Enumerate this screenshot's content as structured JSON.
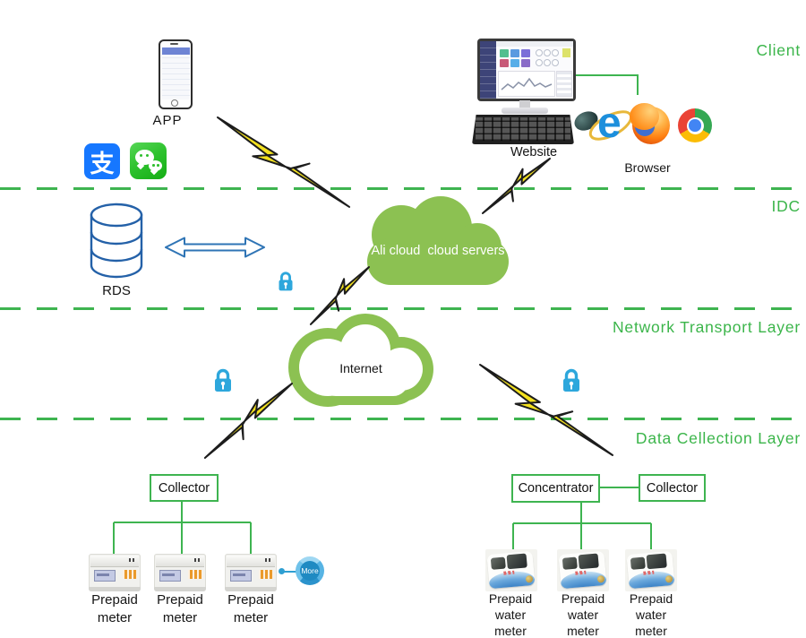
{
  "colors": {
    "accent_green": "#3bb54a",
    "line_green": "#3eb450",
    "bolt_yellow": "#f3e11f",
    "lock_blue": "#2da7dc",
    "rds_blue": "#2461a8",
    "cloud_green": "#8cc152",
    "more_blue": "#1f8ac2"
  },
  "layer_labels": {
    "client": "Client",
    "idc": "IDC",
    "network_transport": "Network Transport Layer",
    "data_collection": "Data Cellection Layer"
  },
  "client_layer": {
    "app": "APP",
    "website": "Website",
    "browser": "Browser",
    "alipay_glyph": "支",
    "ie_glyph": "e"
  },
  "idc_layer": {
    "rds": "RDS",
    "cloud": "Ali cloud  cloud servers"
  },
  "network_layer": {
    "internet": "Internet"
  },
  "collection_layer": {
    "collector_left": "Collector",
    "concentrator": "Concentrator",
    "collector_right": "Collector",
    "more": "More",
    "left_meters": [
      "Prepaid meter",
      "Prepaid meter",
      "Prepaid meter"
    ],
    "right_meters": [
      "Prepaid water meter",
      "Prepaid water meter",
      "Prepaid water meter"
    ]
  }
}
